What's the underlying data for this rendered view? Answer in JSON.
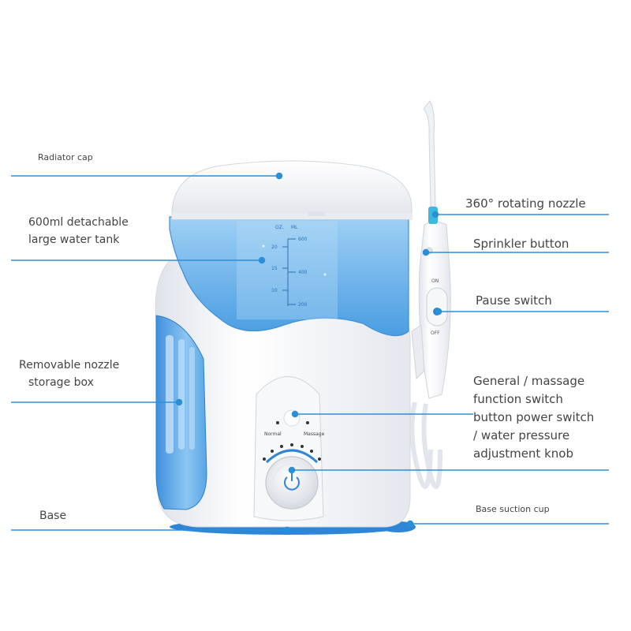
{
  "labels": {
    "radiator_cap": "Radiator cap",
    "water_tank_line1": "600ml detachable",
    "water_tank_line2": "large water tank",
    "nozzle_box_line1": "Removable nozzle",
    "nozzle_box_line2": "storage box",
    "base": "Base",
    "rotating_nozzle": "360° rotating nozzle",
    "sprinkler_button": "Sprinkler button",
    "pause_switch": "Pause switch",
    "function_line1": "General / massage",
    "function_line2": "function switch",
    "function_line3": "button power switch",
    "function_line4": " / water pressure",
    "function_line5": "adjustment knob",
    "base_suction_cup": "Base suction cup"
  },
  "device": {
    "scale_unit_oz": "OZ.",
    "scale_unit_ml": "ML",
    "oz_marks": [
      "20",
      "15",
      "10"
    ],
    "ml_marks": [
      "600",
      "400",
      "200"
    ],
    "mode_normal": "Normal",
    "mode_massage": "Massage",
    "handle_on": "ON",
    "handle_off": "OFF"
  },
  "colors": {
    "leader_line": "#2a8fd8",
    "water": "#6fb6ec",
    "body": "#f2f3f6",
    "accent_blue": "#2f86d6"
  }
}
